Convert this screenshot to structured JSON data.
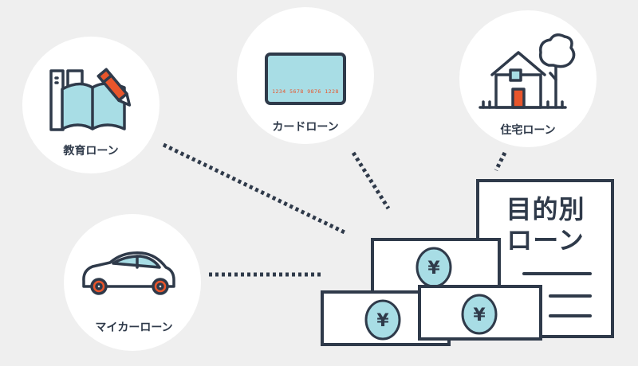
{
  "loans": {
    "education": {
      "label": "教育ローン",
      "icon": "book-pencil-icon"
    },
    "card": {
      "label": "カードローン",
      "icon": "credit-card-icon",
      "card_number": "1234 5678 9876 1228"
    },
    "housing": {
      "label": "住宅ローン",
      "icon": "house-icon"
    },
    "car": {
      "label": "マイカーローン",
      "icon": "car-icon"
    }
  },
  "document": {
    "title_line1": "目的別",
    "title_line2": "ローン"
  },
  "money": {
    "yen_symbol": "¥"
  },
  "colors": {
    "background": "#efefef",
    "circle": "#ffffff",
    "ink": "#2f3a4a",
    "accent_light_blue": "#a8dde5",
    "accent_orange": "#e8552b"
  }
}
